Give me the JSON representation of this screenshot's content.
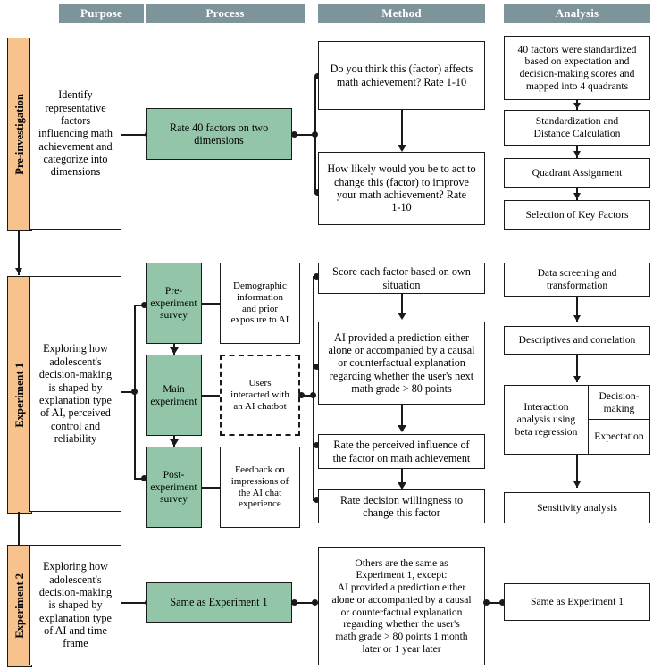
{
  "headers": [
    {
      "label": "Purpose"
    },
    {
      "label": "Process"
    },
    {
      "label": "Method"
    },
    {
      "label": "Analysis"
    }
  ],
  "colors": {
    "header_bar": "#7e949b",
    "stage_label": "#f7c28d",
    "process_box": "#93c6a9",
    "outline": "#1a1a1a",
    "background": "#ffffff"
  },
  "rows": [
    {
      "stage": "Pre-investigation",
      "purpose": "Identify\nrepresentative\nfactors\ninfluencing math\nachievement and\ncategorize into\ndimensions",
      "process": [
        {
          "label": "Rate 40 factors on two\ndimensions",
          "style": "green"
        }
      ],
      "process_notes": [],
      "method": [
        {
          "label": "Do you think this (factor) affects\nmath achievement? Rate 1-10"
        },
        {
          "label": "How likely would you be to act to\nchange this (factor) to improve\nyour math achievement? Rate\n1-10"
        }
      ],
      "analysis": [
        {
          "label": "40 factors were standardized\nbased on expectation and\ndecision-making scores and\nmapped into 4 quadrants"
        },
        {
          "label": "Standardization and\nDistance Calculation"
        },
        {
          "label": "Quadrant Assignment"
        },
        {
          "label": "Selection of Key Factors"
        }
      ]
    },
    {
      "stage": "Experiment 1",
      "purpose": "Exploring how\nadolescent's\ndecision-making\nis shaped by\nexplanation type\nof AI, perceived\ncontrol and\nreliability",
      "process": [
        {
          "label": "Pre-\nexperiment\nsurvey",
          "style": "green"
        },
        {
          "label": "Main\nexperiment",
          "style": "green"
        },
        {
          "label": "Post-\nexperiment\nsurvey",
          "style": "green"
        }
      ],
      "process_notes": [
        {
          "label": "Demographic\ninformation\nand prior\nexposure to AI",
          "style": "solid"
        },
        {
          "label": "Users\ninteracted with\nan AI chatbot",
          "style": "dashed"
        },
        {
          "label": "Feedback on\nimpressions of\nthe AI chat\nexperience",
          "style": "solid"
        }
      ],
      "method": [
        {
          "label": "Score each factor based on own\nsituation"
        },
        {
          "label": "AI provided a prediction either\nalone or accompanied by a causal\nor counterfactual explanation\nregarding whether the user's next\nmath grade > 80 points"
        },
        {
          "label": "Rate the perceived influence of\nthe factor on math achievement"
        },
        {
          "label": "Rate decision willingness to\nchange this factor"
        }
      ],
      "analysis": [
        {
          "label": "Data screening and\ntransformation"
        },
        {
          "label": "Descriptives and correlation"
        },
        {
          "label": "Interaction\nanalysis using\nbeta regression",
          "split": true,
          "cells": [
            "Decision-\nmaking",
            "Expectation"
          ]
        },
        {
          "label": "Sensitivity analysis"
        }
      ]
    },
    {
      "stage": "Experiment 2",
      "purpose": "Exploring how\nadolescent's\ndecision-making\nis shaped by\nexplanation type\nof AI and time\nframe",
      "process": [
        {
          "label": "Same as Experiment 1",
          "style": "green"
        }
      ],
      "process_notes": [],
      "method": [
        {
          "label": "Others are the same as\nExperiment 1, except:\nAI provided a prediction either\nalone or accompanied by a causal\nor counterfactual explanation\nregarding whether the user's\nmath grade > 80 points 1 month\nlater or 1 year later"
        }
      ],
      "analysis": [
        {
          "label": "Same as Experiment 1"
        }
      ]
    }
  ]
}
